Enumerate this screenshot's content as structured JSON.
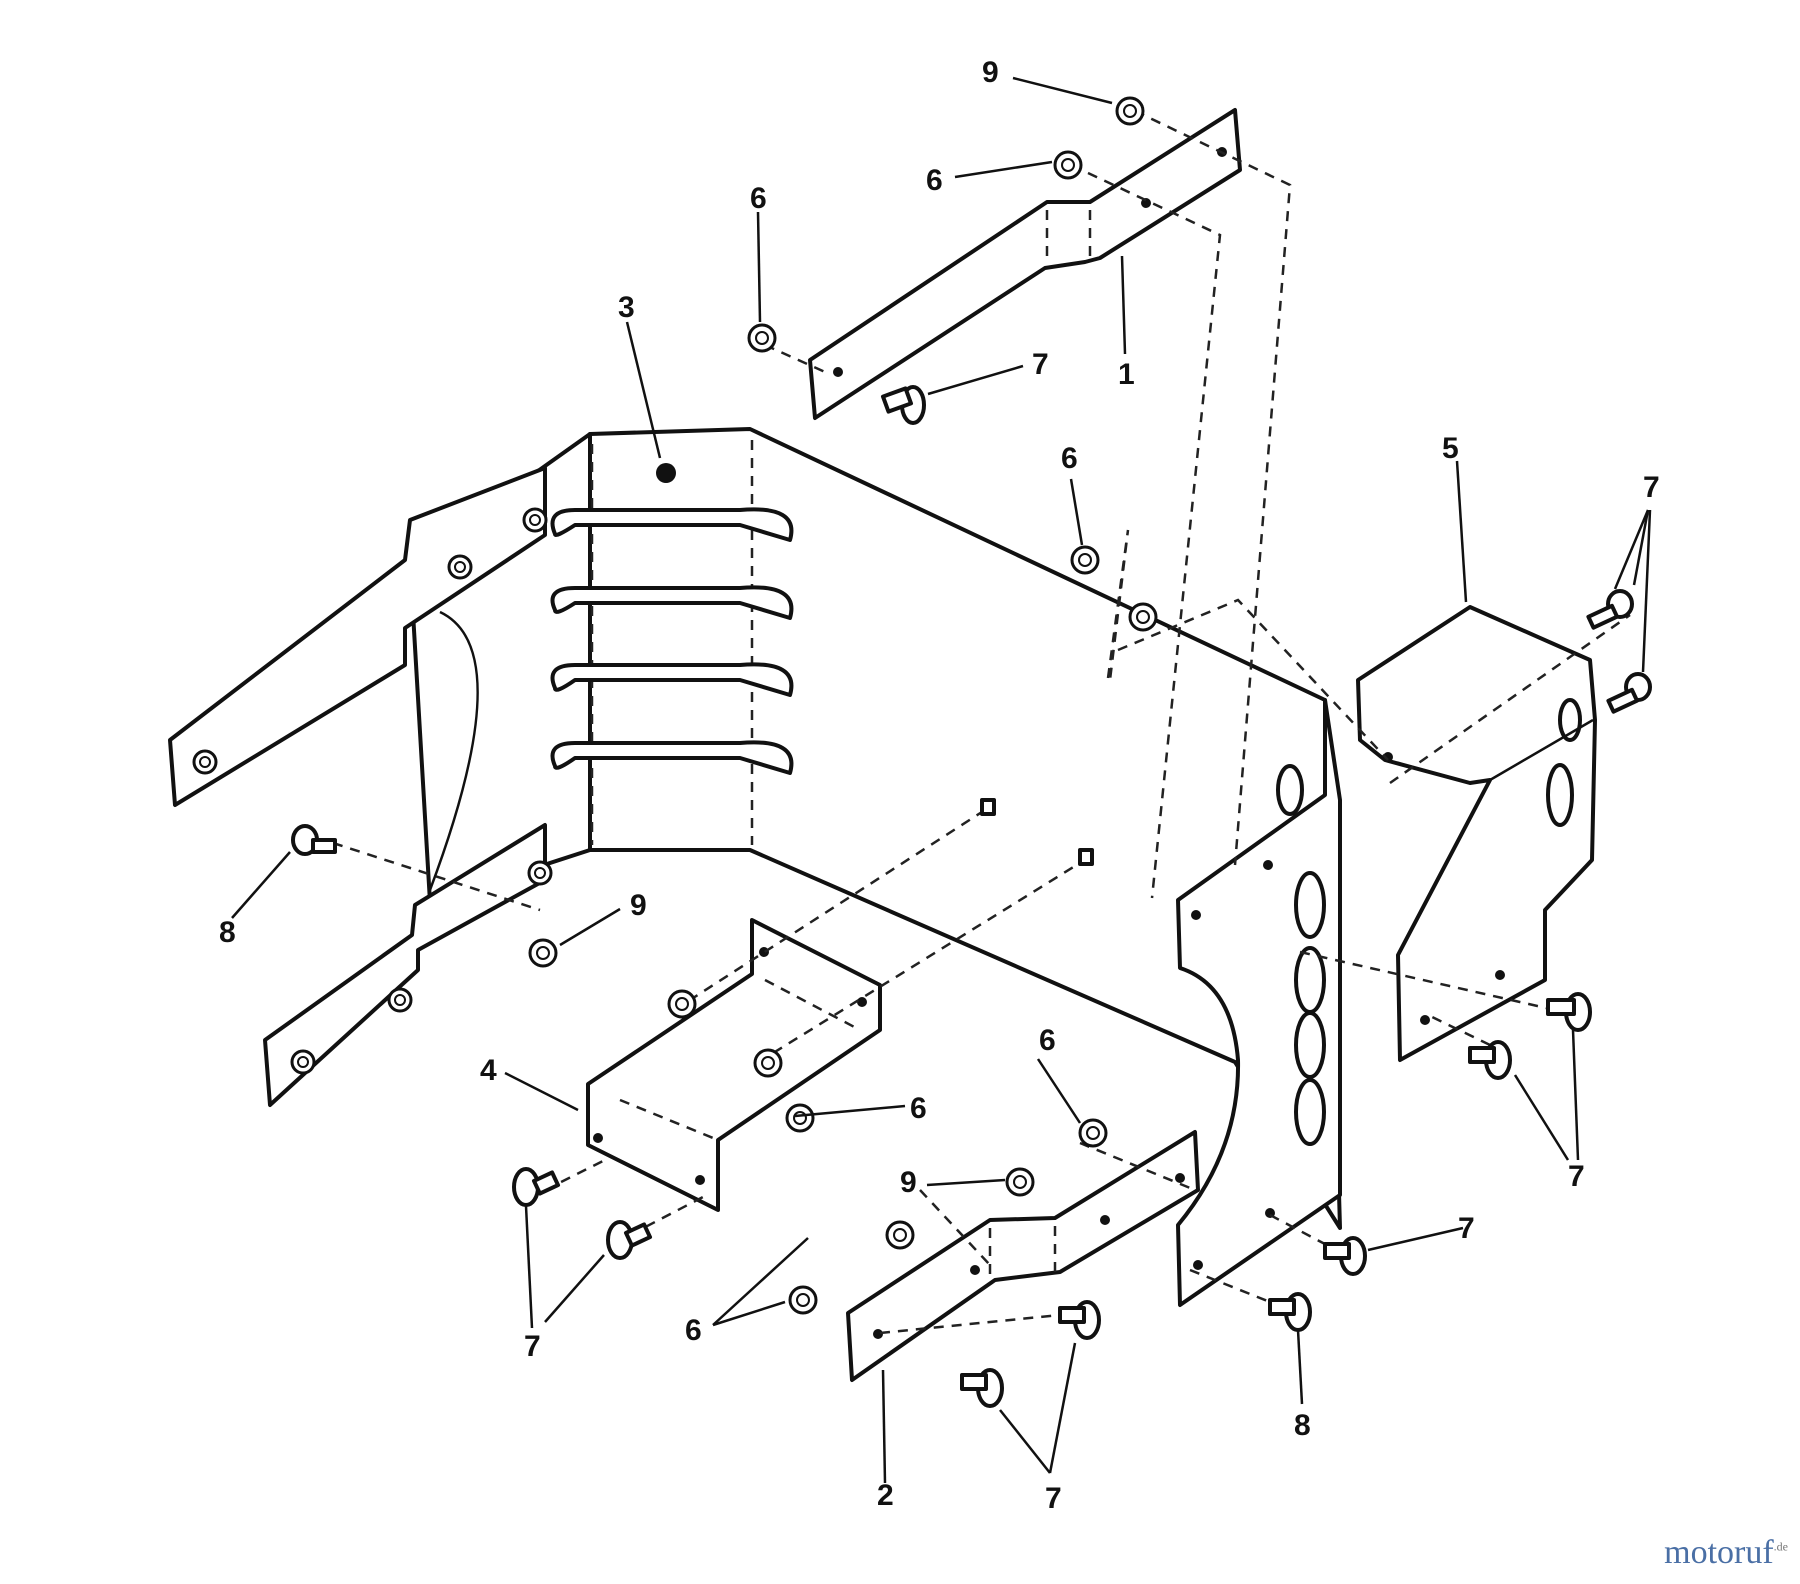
{
  "callouts": {
    "c9a": "9",
    "c6a": "6",
    "c6b": "6",
    "c1": "1",
    "c7a": "7",
    "c3": "3",
    "c6c": "6",
    "c5": "5",
    "c7b": "7",
    "c8a": "8",
    "c9b": "9",
    "c4": "4",
    "c6d": "6",
    "c6e": "6",
    "c9c": "9",
    "c7c": "7",
    "c7d": "7",
    "c6f": "6",
    "c7e": "7",
    "c2": "2",
    "c7f": "7",
    "c8b": "8"
  },
  "watermark": {
    "text": "motoruf",
    "suffix": ".de"
  }
}
